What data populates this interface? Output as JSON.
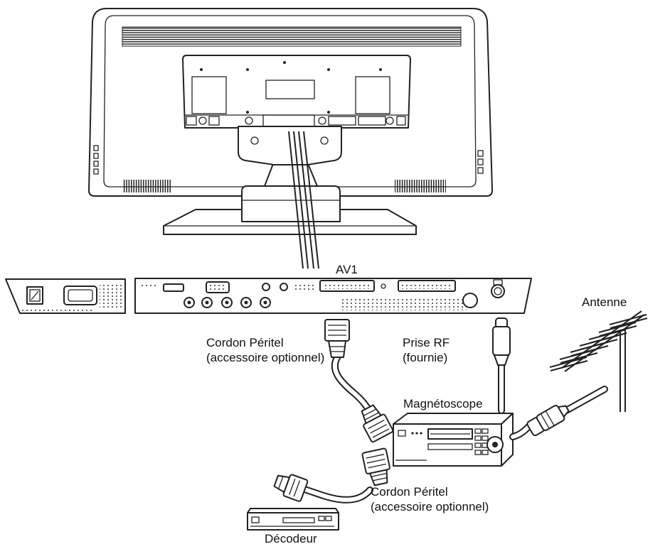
{
  "labels": {
    "av1": "AV1",
    "scart_cable_top": {
      "line1": "Cordon Péritel",
      "line2": "(accessoire optionnel)"
    },
    "rf_plug": {
      "line1": "Prise RF",
      "line2": "(fournie)"
    },
    "antenna": "Antenne",
    "vcr": "Magnétoscope",
    "scart_cable_bottom": {
      "line1": "Cordon Péritel",
      "line2": "(accessoire optionnel)"
    },
    "decoder": "Décodeur"
  }
}
